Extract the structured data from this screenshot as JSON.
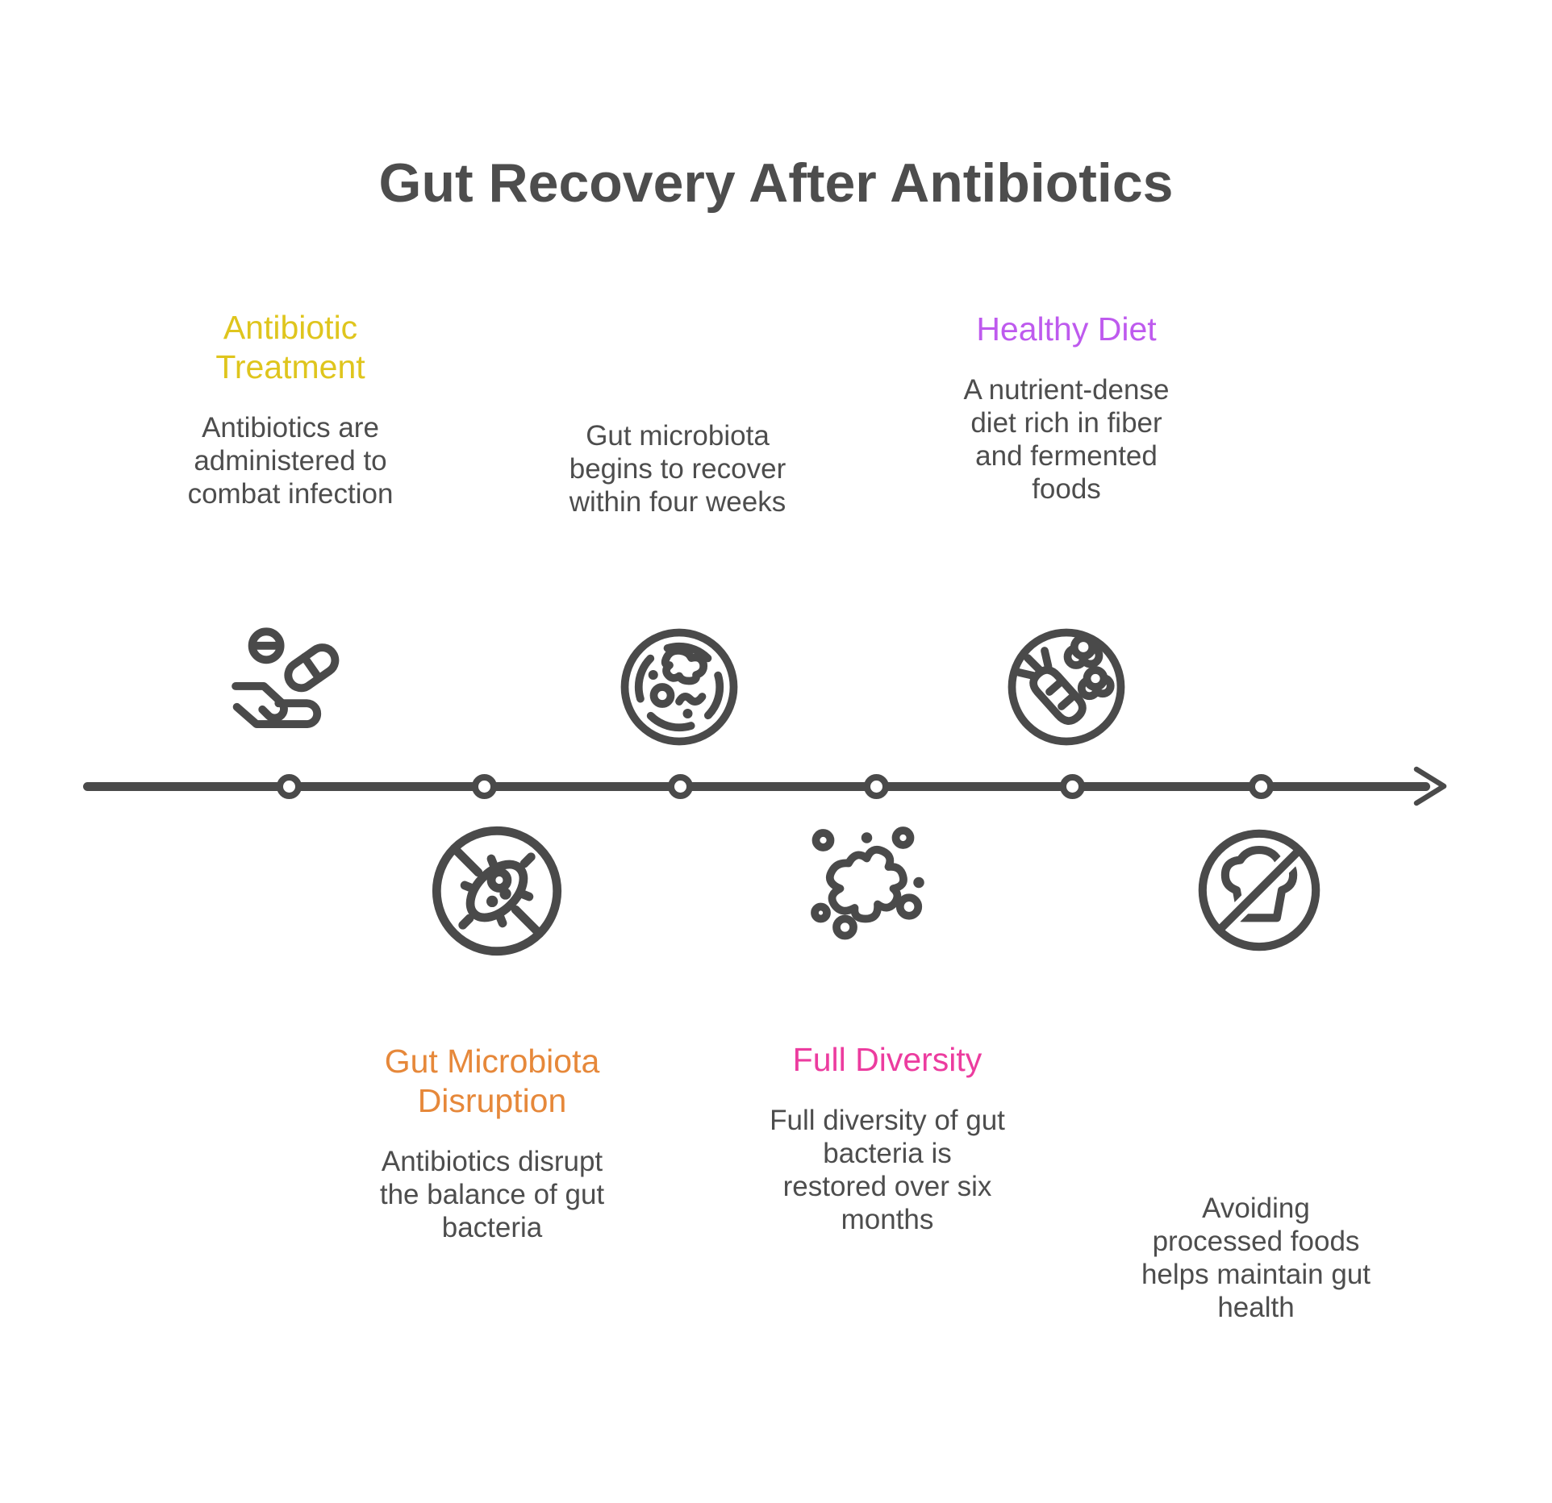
{
  "title": "Gut Recovery After Antibiotics",
  "colors": {
    "ink": "#4A4A4A",
    "body_text": "#4D4D4D",
    "stage_yellow": "#DFC51D",
    "stage_orange": "#E6883A",
    "stage_pink": "#EC3C9F",
    "stage_purple": "#BE5AEE"
  },
  "timeline": {
    "node_count": 6,
    "direction": "left-to-right",
    "arrow": "right-arrowhead"
  },
  "milestones": [
    {
      "title": "Antibiotic\nTreatment",
      "title_color": "#DFC51D",
      "description": "Antibiotics are\nadministered to\ncombat infection",
      "icon": "hand-with-pills-icon",
      "side": "above"
    },
    {
      "title": "Gut Microbiota\nDisruption",
      "title_color": "#E6883A",
      "description": "Antibiotics disrupt\nthe balance of gut\nbacteria",
      "icon": "no-bacteria-icon",
      "side": "below"
    },
    {
      "description": "Gut microbiota\nbegins to recover\nwithin four weeks",
      "icon": "petri-dish-icon",
      "side": "above"
    },
    {
      "title": "Full Diversity",
      "title_color": "#EC3C9F",
      "description": "Full diversity of gut\nbacteria is\nrestored over six\nmonths",
      "icon": "bacteria-colony-icon",
      "side": "below"
    },
    {
      "title": "Healthy Diet",
      "title_color": "#BE5AEE",
      "description": "A nutrient-dense\ndiet rich in fiber\nand fermented\nfoods",
      "icon": "vegetables-icon",
      "side": "above"
    },
    {
      "description": "Avoiding\nprocessed foods\nhelps maintain gut\nhealth",
      "icon": "no-processed-food-icon",
      "side": "below"
    }
  ]
}
